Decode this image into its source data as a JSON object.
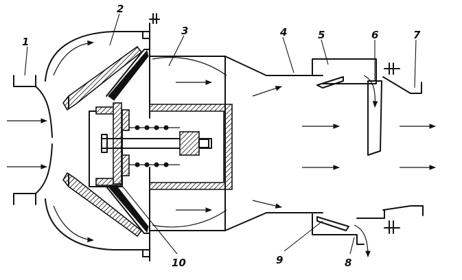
{
  "callouts": {
    "c1": "1",
    "c2": "2",
    "c3": "3",
    "c4": "4",
    "c5": "5",
    "c6": "6",
    "c7": "7",
    "c8": "8",
    "c9": "9",
    "c10": "10"
  },
  "colors": {
    "ink": "#111111",
    "paper": "#ffffff"
  },
  "icons": [
    "flow-arrow-icon",
    "flange-bolt-icon",
    "spring-coil-icon"
  ]
}
